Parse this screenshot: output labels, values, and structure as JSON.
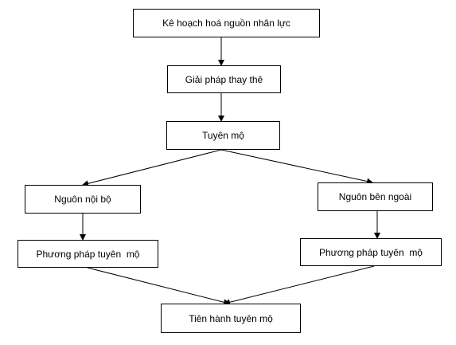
{
  "flowchart": {
    "nodes": {
      "planning": "Kê hoạch hoá nguồn nhân lực",
      "alternatives": "Giải pháp thay thê",
      "recruitment": "Tuyên mộ",
      "internal_source": "Nguôn nội bộ",
      "external_source": "Nguôn bên ngoài",
      "internal_method": "Phương pháp tuyên  mộ",
      "external_method": "Phương pháp tuyên  mộ",
      "execute": "Tiên hành tuyên mộ"
    },
    "edges": [
      [
        "planning",
        "alternatives"
      ],
      [
        "alternatives",
        "recruitment"
      ],
      [
        "recruitment",
        "internal_source"
      ],
      [
        "recruitment",
        "external_source"
      ],
      [
        "internal_source",
        "internal_method"
      ],
      [
        "external_source",
        "external_method"
      ],
      [
        "internal_method",
        "execute"
      ],
      [
        "external_method",
        "execute"
      ]
    ]
  }
}
